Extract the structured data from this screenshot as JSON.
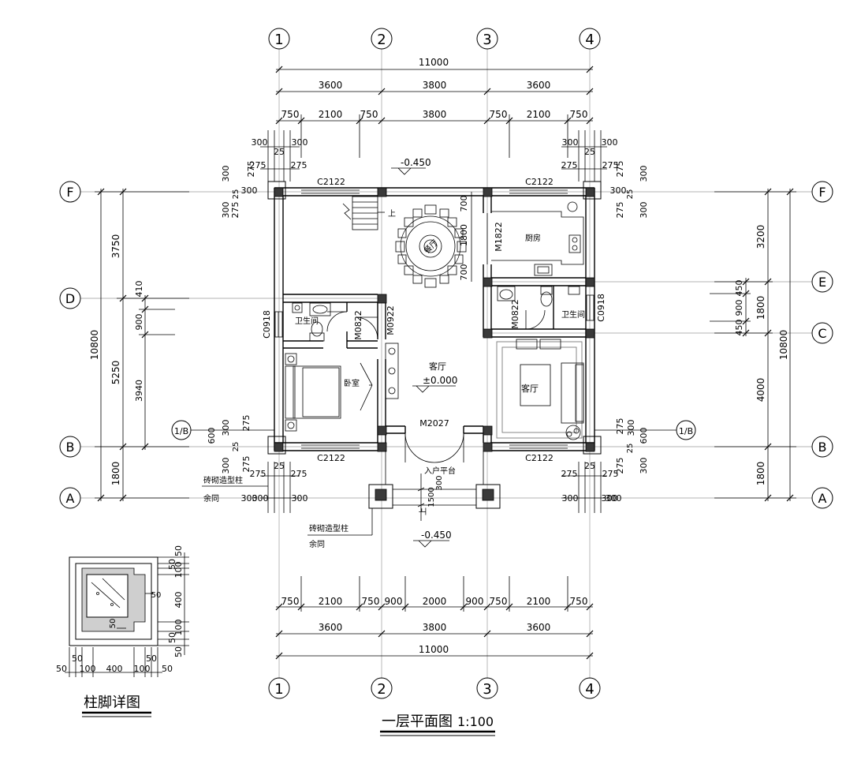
{
  "title": "一层平面图",
  "scale": "1:100",
  "detail_title": "柱脚详图",
  "axes": {
    "top": [
      "1",
      "2",
      "3",
      "4"
    ],
    "left": [
      "F",
      "D",
      "1/B",
      "B",
      "A"
    ],
    "right": [
      "F",
      "E",
      "C",
      "1/B",
      "B",
      "A"
    ]
  },
  "dims_top": {
    "total": "11000",
    "bays": [
      "3600",
      "3800",
      "3600"
    ],
    "segments": [
      "750",
      "2100",
      "750",
      "3800",
      "750",
      "2100",
      "750"
    ],
    "small_left": [
      "300",
      "25",
      "300",
      "275",
      "275"
    ],
    "small_right": [
      "300",
      "25",
      "300",
      "275",
      "275"
    ]
  },
  "dims_bottom": {
    "segments": [
      "750",
      "2100",
      "750",
      "900",
      "2000",
      "900",
      "750",
      "2100",
      "750"
    ],
    "bays": [
      "3600",
      "3800",
      "3600"
    ],
    "total": "11000",
    "small_left": [
      "275",
      "25",
      "275",
      "300",
      "300"
    ],
    "small_right": [
      "275",
      "25",
      "275",
      "300",
      "300"
    ]
  },
  "dims_left": {
    "total": "10800",
    "spans": [
      "3750",
      "5250",
      "1800"
    ],
    "inner": [
      "410",
      "900",
      "3940"
    ],
    "small_f": [
      "300",
      "275",
      "25",
      "275",
      "300"
    ],
    "small_b": [
      "600",
      "300",
      "275",
      "25",
      "275",
      "300"
    ]
  },
  "dims_right": {
    "total": "10800",
    "spans": [
      "3200",
      "1800",
      "4000",
      "1800"
    ],
    "inner": [
      "450",
      "900",
      "450"
    ],
    "small_f": [
      "300",
      "275",
      "25",
      "275",
      "300"
    ],
    "small_b": [
      "275",
      "300",
      "25",
      "275",
      "600",
      "300"
    ]
  },
  "rooms": {
    "dining": "餐厅",
    "kitchen": "厨房",
    "bath_left": "卫生间",
    "bath_right": "卫生间",
    "living_center": "客厅",
    "living_right": "客厅",
    "bedroom": "卧室",
    "entry": "入户平台"
  },
  "labels": {
    "window_top_left": "C2122",
    "window_top_right": "C2122",
    "window_bottom_left": "C2122",
    "window_bottom_right": "C2122",
    "door_kitchen": "M1822",
    "door_bath_left": "M0822",
    "door_hall": "M0922",
    "door_bath_right": "M0822",
    "window_bath_left": "C0918",
    "window_bath_right": "C0918",
    "door_main": "M2027",
    "stair_up": "上",
    "step_up": "上",
    "level_top": "-0.450",
    "level_bottom": "-0.450",
    "level_living": "±0.000",
    "column_note_a1": "砖砌造型柱",
    "column_note_a2": "余同",
    "column_note_b1": "砖砌造型柱",
    "column_note_b2": "余同",
    "dim_1800_v": "1800",
    "dim_700_a": "700",
    "dim_700_b": "700",
    "dim_entry_a": "1500",
    "dim_entry_b": "300",
    "dim_300_l": "300",
    "dim_300_r": "300",
    "dim_300_l2": "300",
    "dim_300_r2": "300"
  },
  "detail_dims": {
    "bottom": [
      "50",
      "50",
      "100",
      "400",
      "100",
      "50",
      "50"
    ],
    "right": [
      "50",
      "50",
      "100",
      "400",
      "100",
      "50",
      "50"
    ],
    "inner": [
      "50",
      "50"
    ]
  }
}
